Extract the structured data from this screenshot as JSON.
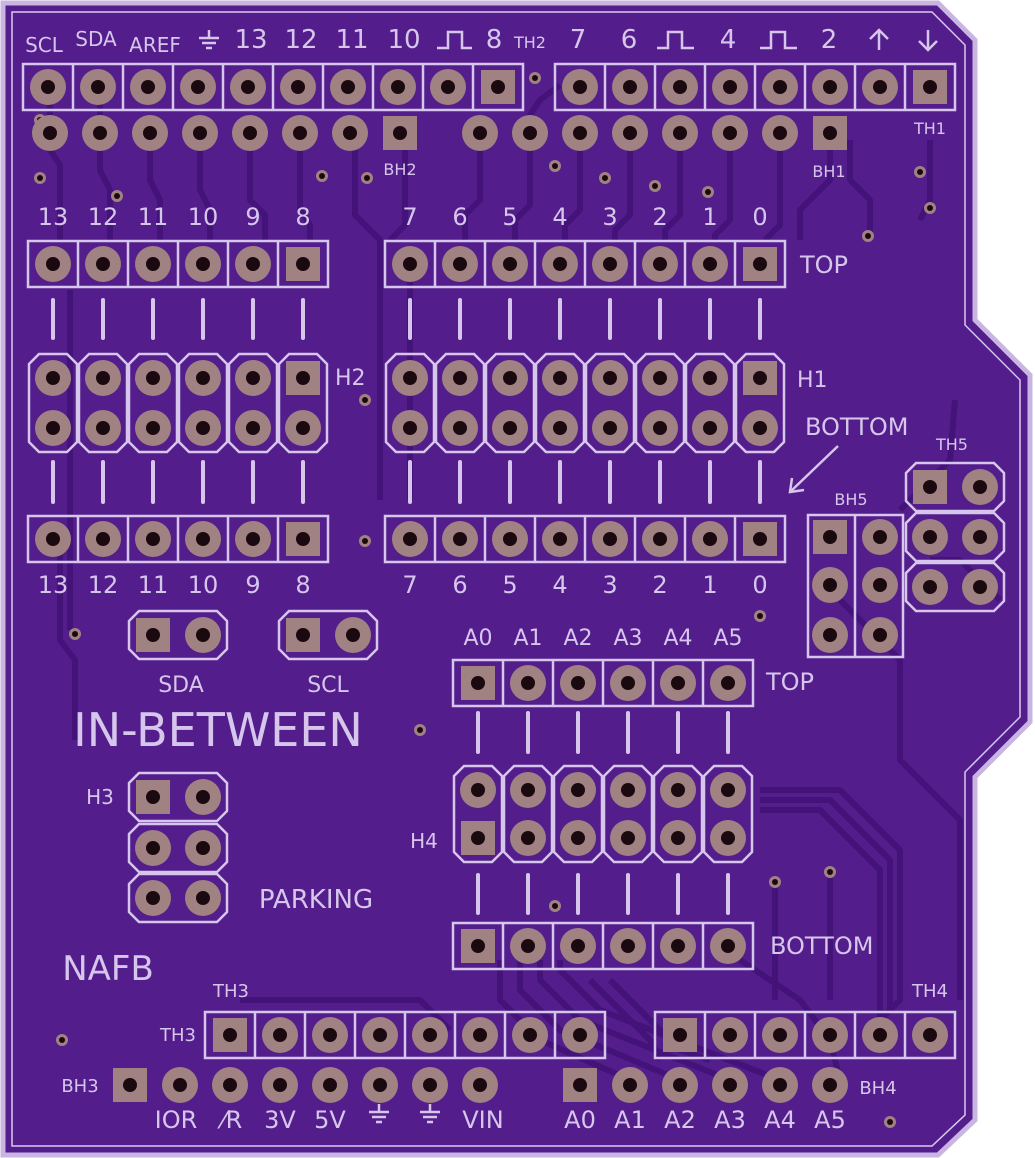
{
  "colors": {
    "board": "#541d8c",
    "edge": "#c9b5e2",
    "silk": "#d6c6ec",
    "trace": "#4a1682",
    "pad": "#a08282",
    "hole": "#1a0a10"
  },
  "texts": {
    "scl": "SCL",
    "sda": "SDA",
    "aref": "AREF",
    "n13": "13",
    "n12": "12",
    "n11": "11",
    "n10": "10",
    "n9": "9",
    "n8": "8",
    "n7": "7",
    "n6": "6",
    "n5": "5",
    "n4": "4",
    "n3": "3",
    "n2": "2",
    "n1": "1",
    "n0": "0",
    "th1": "TH1",
    "th2": "TH2",
    "th3": "TH3",
    "th4": "TH4",
    "th5": "TH5",
    "bh1": "BH1",
    "bh2": "BH2",
    "bh3": "BH3",
    "bh4": "BH4",
    "bh5": "BH5",
    "top": "TOP",
    "bottom": "BOTTOM",
    "h1": "H1",
    "h2": "H2",
    "h3": "H3",
    "h4": "H4",
    "sda_label": "SDA",
    "scl_label": "SCL",
    "in_between": "IN-BETWEEN",
    "parking": "PARKING",
    "nafb": "NAFB",
    "a0": "A0",
    "a1": "A1",
    "a2": "A2",
    "a3": "A3",
    "a4": "A4",
    "a5": "A5",
    "ior": "IOR",
    "r": "⁄R",
    "v3": "3V",
    "v5": "5V",
    "vin": "VIN"
  }
}
